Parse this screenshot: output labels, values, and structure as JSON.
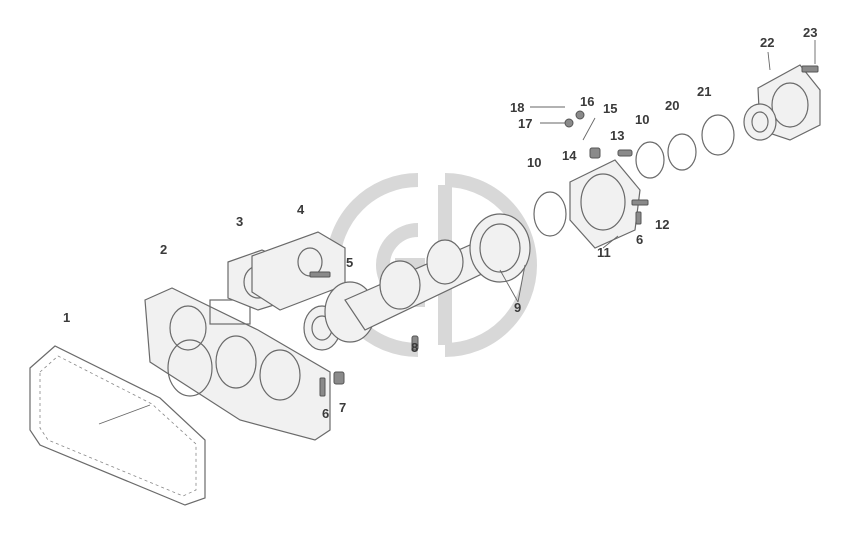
{
  "labels": {
    "p1": "1",
    "p2": "2",
    "p3": "3",
    "p4": "4",
    "p5": "5",
    "p6a": "6",
    "p6b": "6",
    "p7": "7",
    "p8": "8",
    "p9": "9",
    "p10a": "10",
    "p10b": "10",
    "p11": "11",
    "p12": "12",
    "p13": "13",
    "p14": "14",
    "p15": "15",
    "p16": "16",
    "p17": "17",
    "p18": "18",
    "p20": "20",
    "p21": "21",
    "p22": "22",
    "p23": "23"
  }
}
